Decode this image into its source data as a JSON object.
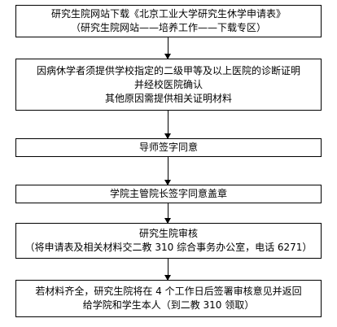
{
  "steps": [
    {
      "lines": [
        "研究生院网站下载《北京工业大学研究生休学申请表》",
        "（研究生院网站——培养工作——下载专区）"
      ]
    },
    {
      "lines": [
        "因病休学者须提供学校指定的二级甲等及以上医院的诊断证明",
        "并经校医院确认",
        "其他原因需提供相关证明材料"
      ]
    },
    {
      "lines": [
        "导师签字同意"
      ]
    },
    {
      "lines": [
        "学院主管院长签字同意盖章"
      ]
    },
    {
      "lines": [
        "研究生院审核",
        "（将申请表及相关材料交二教 310 综合事务办公室，电话 6271）"
      ]
    },
    {
      "lines": [
        "若材料齐全，研究生院将在 4 个工作日后签署审核意见并返回",
        "给学院和学生本人（到二教 310 领取）"
      ]
    }
  ]
}
